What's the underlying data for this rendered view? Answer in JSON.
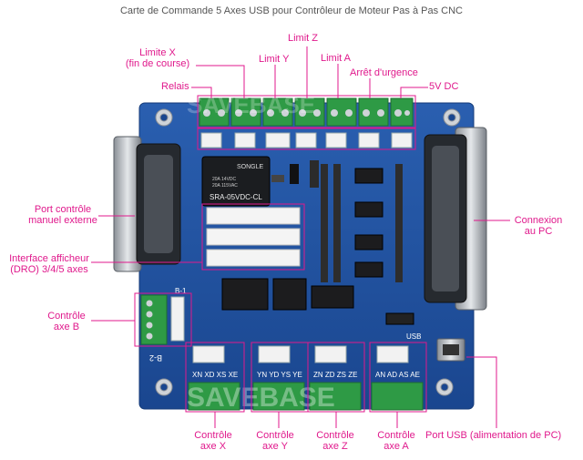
{
  "title": "Carte de Commande 5 Axes USB pour Contrôleur de Moteur Pas à Pas CNC",
  "labels": {
    "limite_x_1": "Limite X",
    "limite_x_2": "(fin de course)",
    "limite_z": "Limit Z",
    "limite_y": "Limit Y",
    "relais": "Relais",
    "limite_a": "Limit A",
    "arret": "Arrêt d'urgence",
    "dc5v": "5V DC",
    "port_manuel_1": "Port contrôle",
    "port_manuel_2": "manuel externe",
    "connexion_pc_1": "Connexion",
    "connexion_pc_2": "au PC",
    "afficheur_1": "Interface afficheur",
    "afficheur_2": "(DRO) 3/4/5 axes",
    "axe_b_1": "Contrôle",
    "axe_b_2": "axe B",
    "axe_x_1": "Contrôle",
    "axe_x_2": "axe X",
    "axe_y_1": "Contrôle",
    "axe_y_2": "axe Y",
    "axe_z_1": "Contrôle",
    "axe_z_2": "axe Z",
    "axe_a_1": "Contrôle",
    "axe_a_2": "axe A",
    "usb": "Port USB (alimentation de PC)"
  },
  "board_text": {
    "relay_brand": "SONGLE",
    "relay_model": "SRA-05VDC-CL",
    "relay_spec_1": "20A 14VDC",
    "relay_spec_2": "20A 115VAC",
    "watermark": "SAVEBASE",
    "axis_x": "XN XD XS XE",
    "axis_y": "YN YD YS YE",
    "axis_z": "ZN ZD ZS ZE",
    "axis_a": "AN AD AS AE",
    "b_label": "B-2",
    "b_top": "B-1",
    "usb_silk": "USB"
  },
  "colors": {
    "label": "#e0198c",
    "board": "#1f4f9c",
    "terminal": "#2e9a45"
  }
}
